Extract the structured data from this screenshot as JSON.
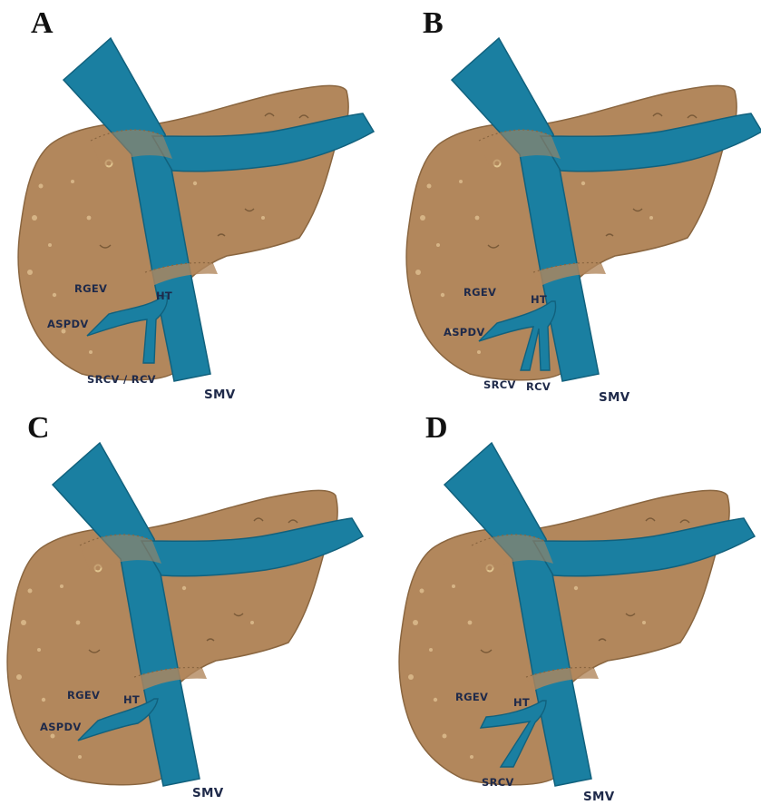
{
  "colors": {
    "pancreas": "#b2875c",
    "pancreas_edge": "#8a6640",
    "vein": "#1a7fa1",
    "vein_dark": "#11617d",
    "label": "#1f2a4a"
  },
  "panels": [
    {
      "letter": "A",
      "variant": "common-trunk",
      "labels": {
        "rgev": "RGEV",
        "ht": "HT",
        "aspdv": "ASPDV",
        "colic": "SRCV / RCV",
        "smv": "SMV"
      }
    },
    {
      "letter": "B",
      "variant": "separate-srcv-rcv",
      "labels": {
        "rgev": "RGEV",
        "ht": "HT",
        "aspdv": "ASPDV",
        "srcv": "SRCV",
        "rcv": "RCV",
        "smv": "SMV"
      }
    },
    {
      "letter": "C",
      "variant": "no-colic",
      "labels": {
        "rgev": "RGEV",
        "ht": "HT",
        "aspdv": "ASPDV",
        "smv": "SMV"
      }
    },
    {
      "letter": "D",
      "variant": "srcv-only",
      "labels": {
        "rgev": "RGEV",
        "ht": "HT",
        "srcv": "SRCV",
        "smv": "SMV"
      }
    }
  ]
}
